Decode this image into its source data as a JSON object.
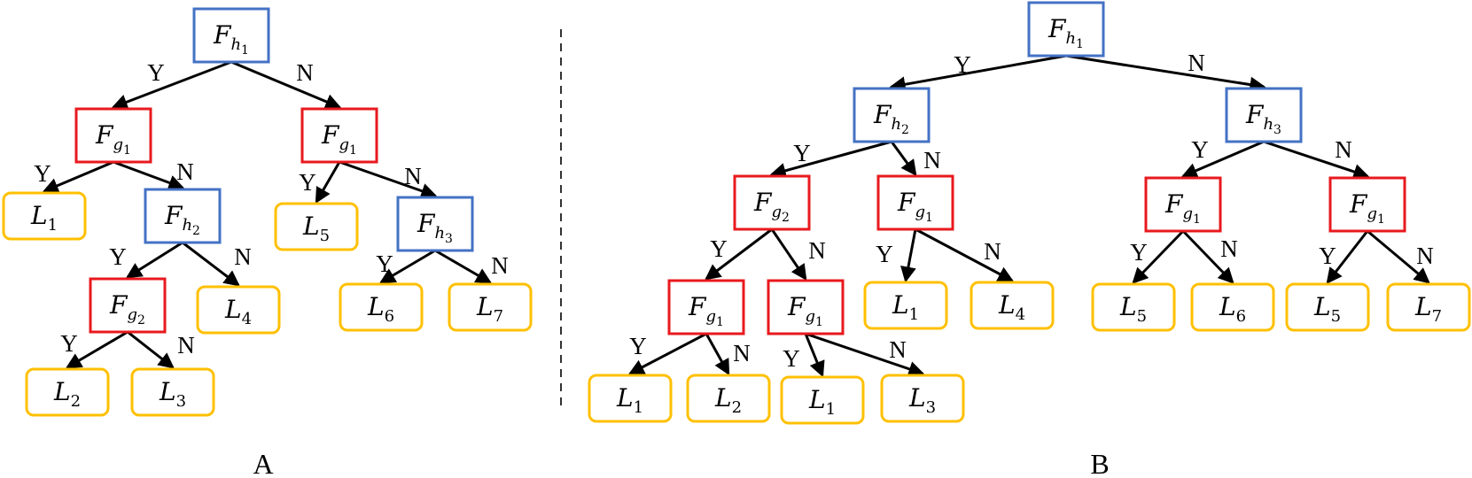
{
  "colors": {
    "h_node": "#4472C4",
    "g_node": "#E8191E",
    "leaf": "#FFC000"
  },
  "edge_labels": {
    "yes": "Y",
    "no": "N"
  },
  "panels": [
    {
      "label": "A",
      "nodes": [
        {
          "id": "a1",
          "kind": "h",
          "base": "F",
          "sub": "h",
          "subsub": "1"
        },
        {
          "id": "a2",
          "kind": "g",
          "base": "F",
          "sub": "g",
          "subsub": "1"
        },
        {
          "id": "a3",
          "kind": "g",
          "base": "F",
          "sub": "g",
          "subsub": "1"
        },
        {
          "id": "a4",
          "kind": "leaf",
          "base": "L",
          "sub": "1"
        },
        {
          "id": "a5",
          "kind": "h",
          "base": "F",
          "sub": "h",
          "subsub": "2"
        },
        {
          "id": "a6",
          "kind": "leaf",
          "base": "L",
          "sub": "5"
        },
        {
          "id": "a7",
          "kind": "h",
          "base": "F",
          "sub": "h",
          "subsub": "3"
        },
        {
          "id": "a8",
          "kind": "g",
          "base": "F",
          "sub": "g",
          "subsub": "2"
        },
        {
          "id": "a9",
          "kind": "leaf",
          "base": "L",
          "sub": "4"
        },
        {
          "id": "a10",
          "kind": "leaf",
          "base": "L",
          "sub": "6"
        },
        {
          "id": "a11",
          "kind": "leaf",
          "base": "L",
          "sub": "7"
        },
        {
          "id": "a12",
          "kind": "leaf",
          "base": "L",
          "sub": "2"
        },
        {
          "id": "a13",
          "kind": "leaf",
          "base": "L",
          "sub": "3"
        }
      ],
      "edges": [
        {
          "from": "a1",
          "to": "a2",
          "label": "Y"
        },
        {
          "from": "a1",
          "to": "a3",
          "label": "N"
        },
        {
          "from": "a2",
          "to": "a4",
          "label": "Y"
        },
        {
          "from": "a2",
          "to": "a5",
          "label": "N"
        },
        {
          "from": "a3",
          "to": "a6",
          "label": "Y"
        },
        {
          "from": "a3",
          "to": "a7",
          "label": "N"
        },
        {
          "from": "a5",
          "to": "a8",
          "label": "Y"
        },
        {
          "from": "a5",
          "to": "a9",
          "label": "N"
        },
        {
          "from": "a7",
          "to": "a10",
          "label": "Y"
        },
        {
          "from": "a7",
          "to": "a11",
          "label": "N"
        },
        {
          "from": "a8",
          "to": "a12",
          "label": "Y"
        },
        {
          "from": "a8",
          "to": "a13",
          "label": "N"
        }
      ]
    },
    {
      "label": "B",
      "nodes": [
        {
          "id": "b1",
          "kind": "h",
          "base": "F",
          "sub": "h",
          "subsub": "1"
        },
        {
          "id": "b2",
          "kind": "h",
          "base": "F",
          "sub": "h",
          "subsub": "2"
        },
        {
          "id": "b3",
          "kind": "h",
          "base": "F",
          "sub": "h",
          "subsub": "3"
        },
        {
          "id": "b4",
          "kind": "g",
          "base": "F",
          "sub": "g",
          "subsub": "2"
        },
        {
          "id": "b5",
          "kind": "g",
          "base": "F",
          "sub": "g",
          "subsub": "1"
        },
        {
          "id": "b6",
          "kind": "g",
          "base": "F",
          "sub": "g",
          "subsub": "1"
        },
        {
          "id": "b7",
          "kind": "g",
          "base": "F",
          "sub": "g",
          "subsub": "1"
        },
        {
          "id": "b8",
          "kind": "g",
          "base": "F",
          "sub": "g",
          "subsub": "1"
        },
        {
          "id": "b9",
          "kind": "g",
          "base": "F",
          "sub": "g",
          "subsub": "1"
        },
        {
          "id": "b10",
          "kind": "leaf",
          "base": "L",
          "sub": "1"
        },
        {
          "id": "b11",
          "kind": "leaf",
          "base": "L",
          "sub": "4"
        },
        {
          "id": "b12",
          "kind": "leaf",
          "base": "L",
          "sub": "5"
        },
        {
          "id": "b13",
          "kind": "leaf",
          "base": "L",
          "sub": "6"
        },
        {
          "id": "b14",
          "kind": "leaf",
          "base": "L",
          "sub": "5"
        },
        {
          "id": "b15",
          "kind": "leaf",
          "base": "L",
          "sub": "7"
        },
        {
          "id": "b16",
          "kind": "leaf",
          "base": "L",
          "sub": "1"
        },
        {
          "id": "b17",
          "kind": "leaf",
          "base": "L",
          "sub": "2"
        },
        {
          "id": "b18",
          "kind": "leaf",
          "base": "L",
          "sub": "1"
        },
        {
          "id": "b19",
          "kind": "leaf",
          "base": "L",
          "sub": "3"
        }
      ],
      "edges": [
        {
          "from": "b1",
          "to": "b2",
          "label": "Y"
        },
        {
          "from": "b1",
          "to": "b3",
          "label": "N"
        },
        {
          "from": "b2",
          "to": "b4",
          "label": "Y"
        },
        {
          "from": "b2",
          "to": "b5",
          "label": "N"
        },
        {
          "from": "b3",
          "to": "b6",
          "label": "Y"
        },
        {
          "from": "b3",
          "to": "b7",
          "label": "N"
        },
        {
          "from": "b4",
          "to": "b8",
          "label": "Y"
        },
        {
          "from": "b4",
          "to": "b9",
          "label": "N"
        },
        {
          "from": "b5",
          "to": "b10",
          "label": "Y"
        },
        {
          "from": "b5",
          "to": "b11",
          "label": "N"
        },
        {
          "from": "b6",
          "to": "b12",
          "label": "Y"
        },
        {
          "from": "b6",
          "to": "b13",
          "label": "N"
        },
        {
          "from": "b7",
          "to": "b14",
          "label": "Y"
        },
        {
          "from": "b7",
          "to": "b15",
          "label": "N"
        },
        {
          "from": "b8",
          "to": "b16",
          "label": "Y"
        },
        {
          "from": "b8",
          "to": "b17",
          "label": "N"
        },
        {
          "from": "b9",
          "to": "b18",
          "label": "Y"
        },
        {
          "from": "b9",
          "to": "b19",
          "label": "N"
        }
      ]
    }
  ]
}
